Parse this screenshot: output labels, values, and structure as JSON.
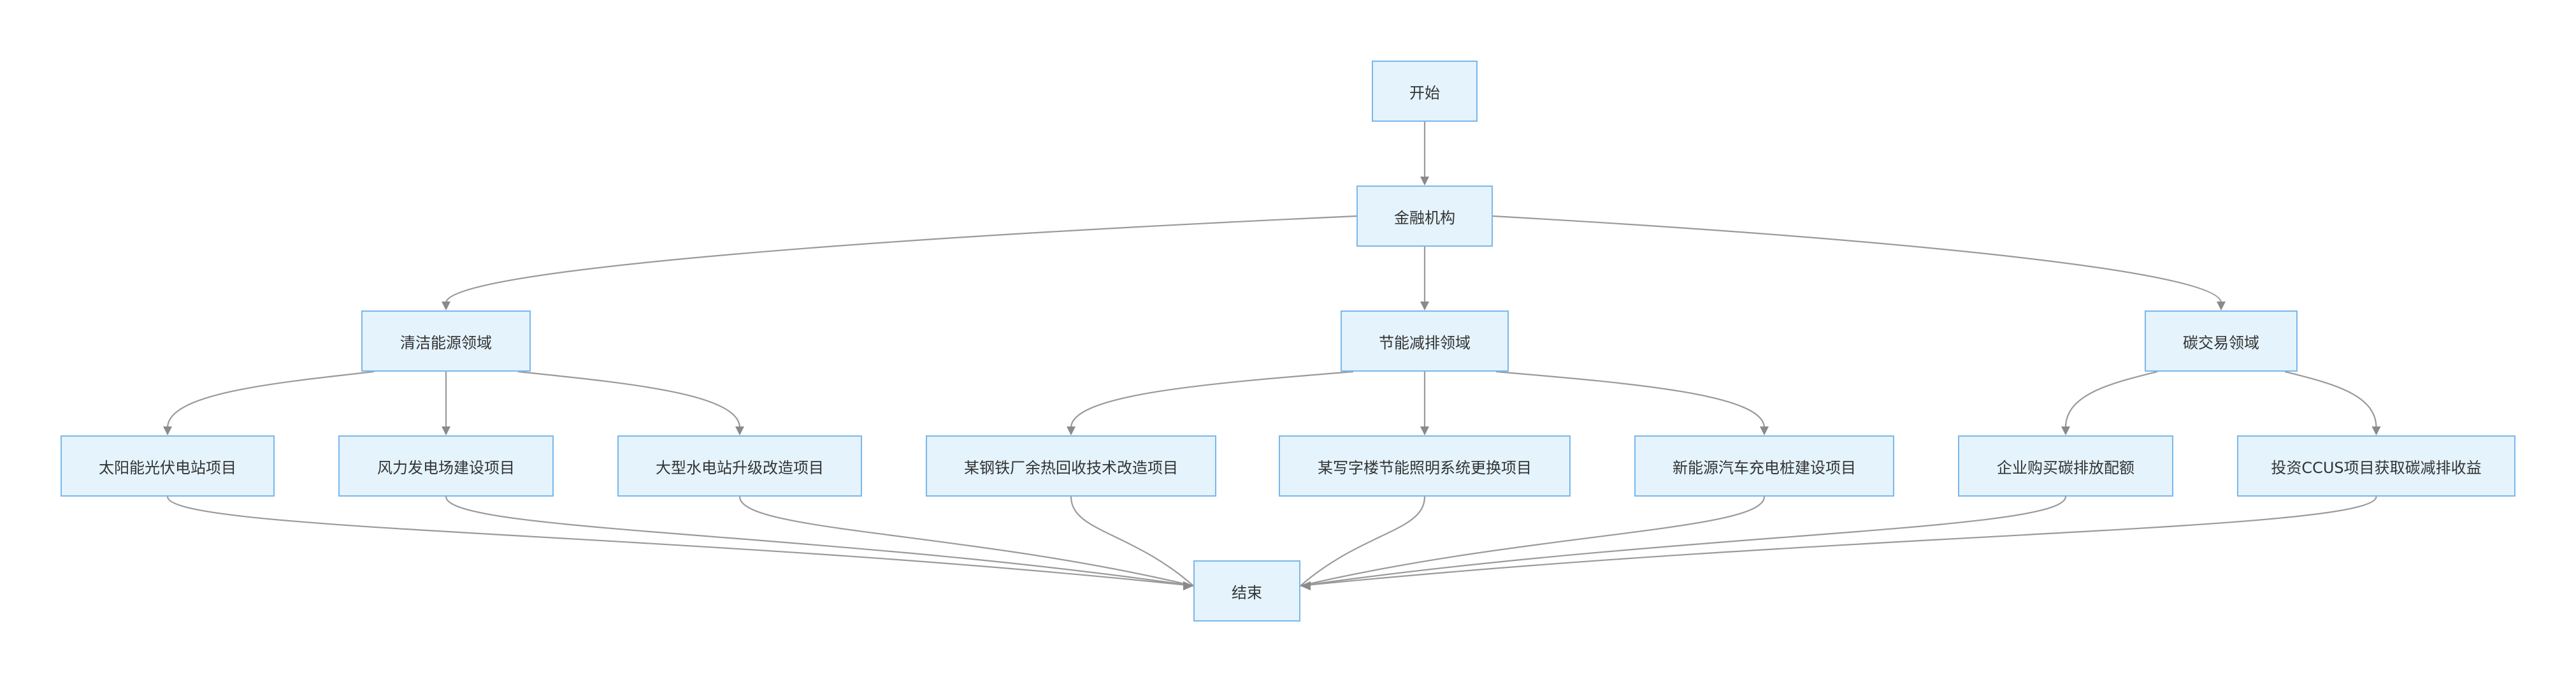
{
  "diagram": {
    "nodes": {
      "start": "开始",
      "finance": "金融机构",
      "clean_energy": "清洁能源领域",
      "energy_saving": "节能减排领域",
      "carbon_trading": "碳交易领域",
      "solar": "太阳能光伏电站项目",
      "wind": "风力发电场建设项目",
      "hydro": "大型水电站升级改造项目",
      "steel": "某钢铁厂余热回收技术改造项目",
      "office": "某写字楼节能照明系统更换项目",
      "ev": "新能源汽车充电桩建设项目",
      "buy_quota": "企业购买碳排放配额",
      "ccus": "投资CCUS项目获取碳减排收益",
      "end": "结束"
    },
    "edges": [
      [
        "start",
        "finance"
      ],
      [
        "finance",
        "clean_energy"
      ],
      [
        "finance",
        "energy_saving"
      ],
      [
        "finance",
        "carbon_trading"
      ],
      [
        "clean_energy",
        "solar"
      ],
      [
        "clean_energy",
        "wind"
      ],
      [
        "clean_energy",
        "hydro"
      ],
      [
        "energy_saving",
        "steel"
      ],
      [
        "energy_saving",
        "office"
      ],
      [
        "energy_saving",
        "ev"
      ],
      [
        "carbon_trading",
        "buy_quota"
      ],
      [
        "carbon_trading",
        "ccus"
      ],
      [
        "solar",
        "end"
      ],
      [
        "wind",
        "end"
      ],
      [
        "hydro",
        "end"
      ],
      [
        "steel",
        "end"
      ],
      [
        "office",
        "end"
      ],
      [
        "ev",
        "end"
      ],
      [
        "buy_quota",
        "end"
      ],
      [
        "ccus",
        "end"
      ]
    ],
    "colors": {
      "node_fill": "#e4f3fc",
      "node_border": "#7cb7ea",
      "edge": "#9a9a9a"
    }
  }
}
